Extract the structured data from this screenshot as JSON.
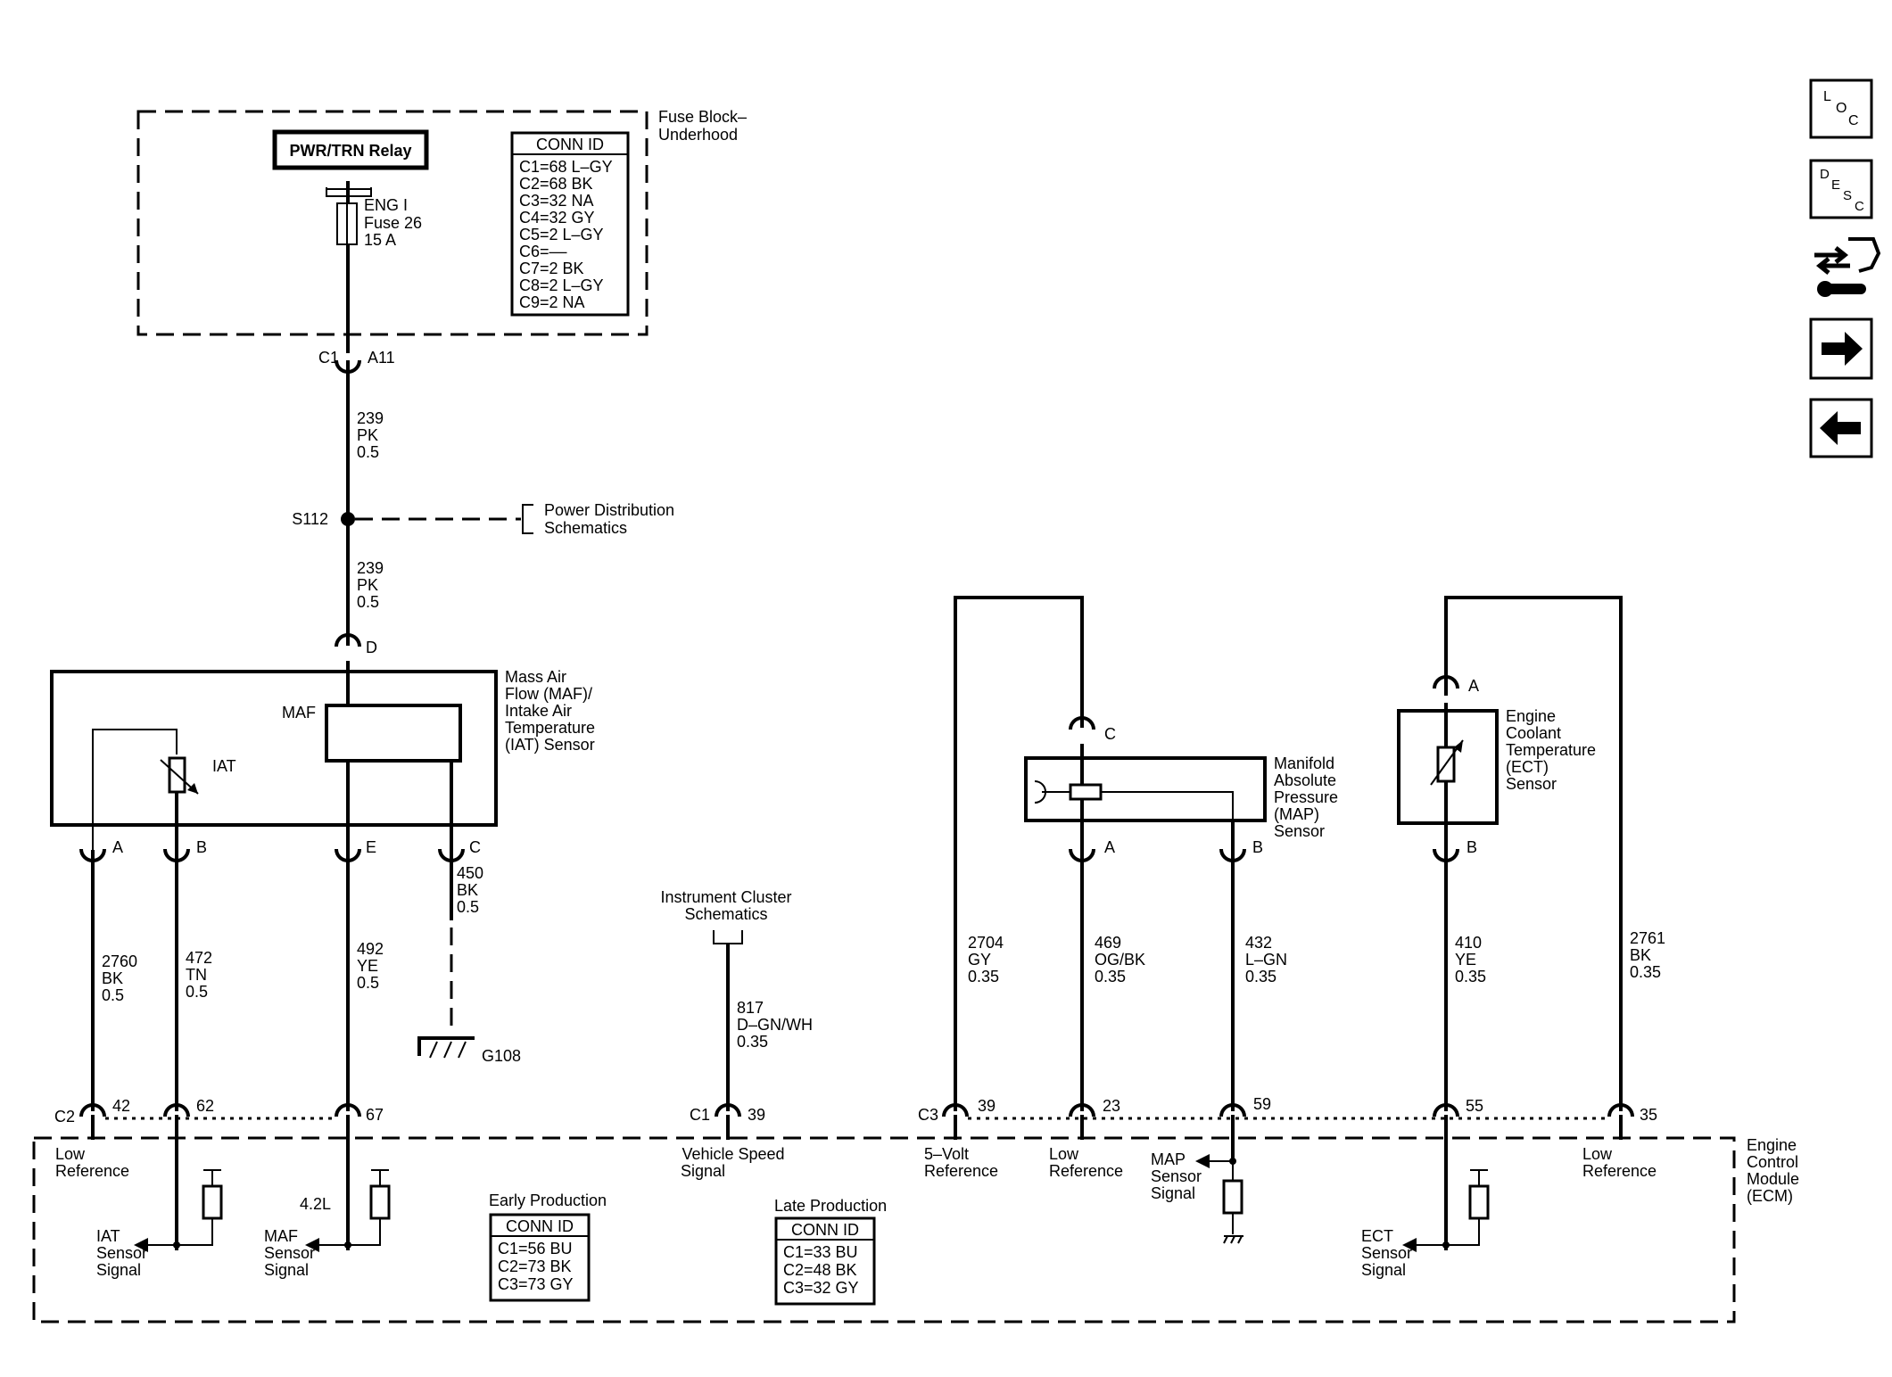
{
  "nav": {
    "loc": [
      "L",
      "O",
      "C"
    ],
    "desc": [
      "D",
      "E",
      "S",
      "C"
    ]
  },
  "fuse_block": {
    "title_lines": [
      "Fuse Block–",
      "Underhood"
    ],
    "relay": "PWR/TRN Relay",
    "fuse_lines": [
      "ENG I",
      "Fuse 26",
      "15 A"
    ],
    "conn_title": "CONN ID",
    "conn_rows": [
      "C1=68 L–GY",
      "C2=68 BK",
      "C3=32 NA",
      "C4=32 GY",
      "C5=2 L–GY",
      "C6=––",
      "C7=2 BK",
      "C8=2 L–GY",
      "C9=2 NA"
    ]
  },
  "fuse_out": {
    "conn": "C1",
    "pin": "A11"
  },
  "wire_239a": [
    "239",
    "PK",
    "0.5"
  ],
  "splice": "S112",
  "power_ref": [
    "Power Distribution",
    "Schematics"
  ],
  "wire_239b": [
    "239",
    "PK",
    "0.5"
  ],
  "maf_sensor": {
    "title_lines": [
      "Mass Air",
      "Flow (MAF)/",
      "Intake Air",
      "Temperature",
      "(IAT) Sensor"
    ],
    "maf": "MAF",
    "iat": "IAT",
    "pin_d": "D",
    "pins": [
      "A",
      "B",
      "E",
      "C"
    ]
  },
  "wires_left": [
    [
      "2760",
      "BK",
      "0.5"
    ],
    [
      "472",
      "TN",
      "0.5"
    ],
    [
      "492",
      "YE",
      "0.5"
    ],
    [
      "450",
      "BK",
      "0.5"
    ]
  ],
  "ground": "G108",
  "cluster_ref": [
    "Instrument Cluster",
    "Schematics"
  ],
  "wire_817": [
    "817",
    "D–GN/WH",
    "0.35"
  ],
  "map_sensor": {
    "title_lines": [
      "Manifold",
      "Absolute",
      "Pressure",
      "(MAP)",
      "Sensor"
    ],
    "pins": [
      "C",
      "A",
      "B"
    ]
  },
  "ect_sensor": {
    "title_lines": [
      "Engine",
      "Coolant",
      "Temperature",
      "(ECT)",
      "Sensor"
    ],
    "pins": [
      "A",
      "B"
    ]
  },
  "wires_right": [
    [
      "2704",
      "GY",
      "0.35"
    ],
    [
      "469",
      "OG/BK",
      "0.35"
    ],
    [
      "432",
      "L–GN",
      "0.35"
    ],
    [
      "410",
      "YE",
      "0.35"
    ],
    [
      "2761",
      "BK",
      "0.35"
    ]
  ],
  "ecm": {
    "title_lines": [
      "Engine",
      "Control",
      "Module",
      "(ECM)"
    ],
    "c2": "C2",
    "c1": "C1",
    "c3": "C3",
    "pins": [
      "42",
      "62",
      "67",
      "39",
      "39",
      "23",
      "59",
      "55",
      "35"
    ],
    "low_ref_1": [
      "Low",
      "Reference"
    ],
    "iat_signal": [
      "IAT",
      "Sensor",
      "Signal"
    ],
    "maf_signal": [
      "MAF",
      "Sensor",
      "Signal"
    ],
    "engine": "4.2L",
    "vss": [
      "Vehicle Speed",
      "Signal"
    ],
    "five_volt": [
      "5–Volt",
      "Reference"
    ],
    "low_ref_2": [
      "Low",
      "Reference"
    ],
    "map_signal": [
      "MAP",
      "Sensor",
      "Signal"
    ],
    "ect_signal": [
      "ECT",
      "Sensor",
      "Signal"
    ],
    "low_ref_3": [
      "Low",
      "Reference"
    ]
  },
  "early": {
    "title": "Early Production",
    "conn_title": "CONN ID",
    "rows": [
      "C1=56 BU",
      "C2=73 BK",
      "C3=73 GY"
    ]
  },
  "late": {
    "title": "Late Production",
    "conn_title": "CONN ID",
    "rows": [
      "C1=33 BU",
      "C2=48 BK",
      "C3=32 GY"
    ]
  }
}
